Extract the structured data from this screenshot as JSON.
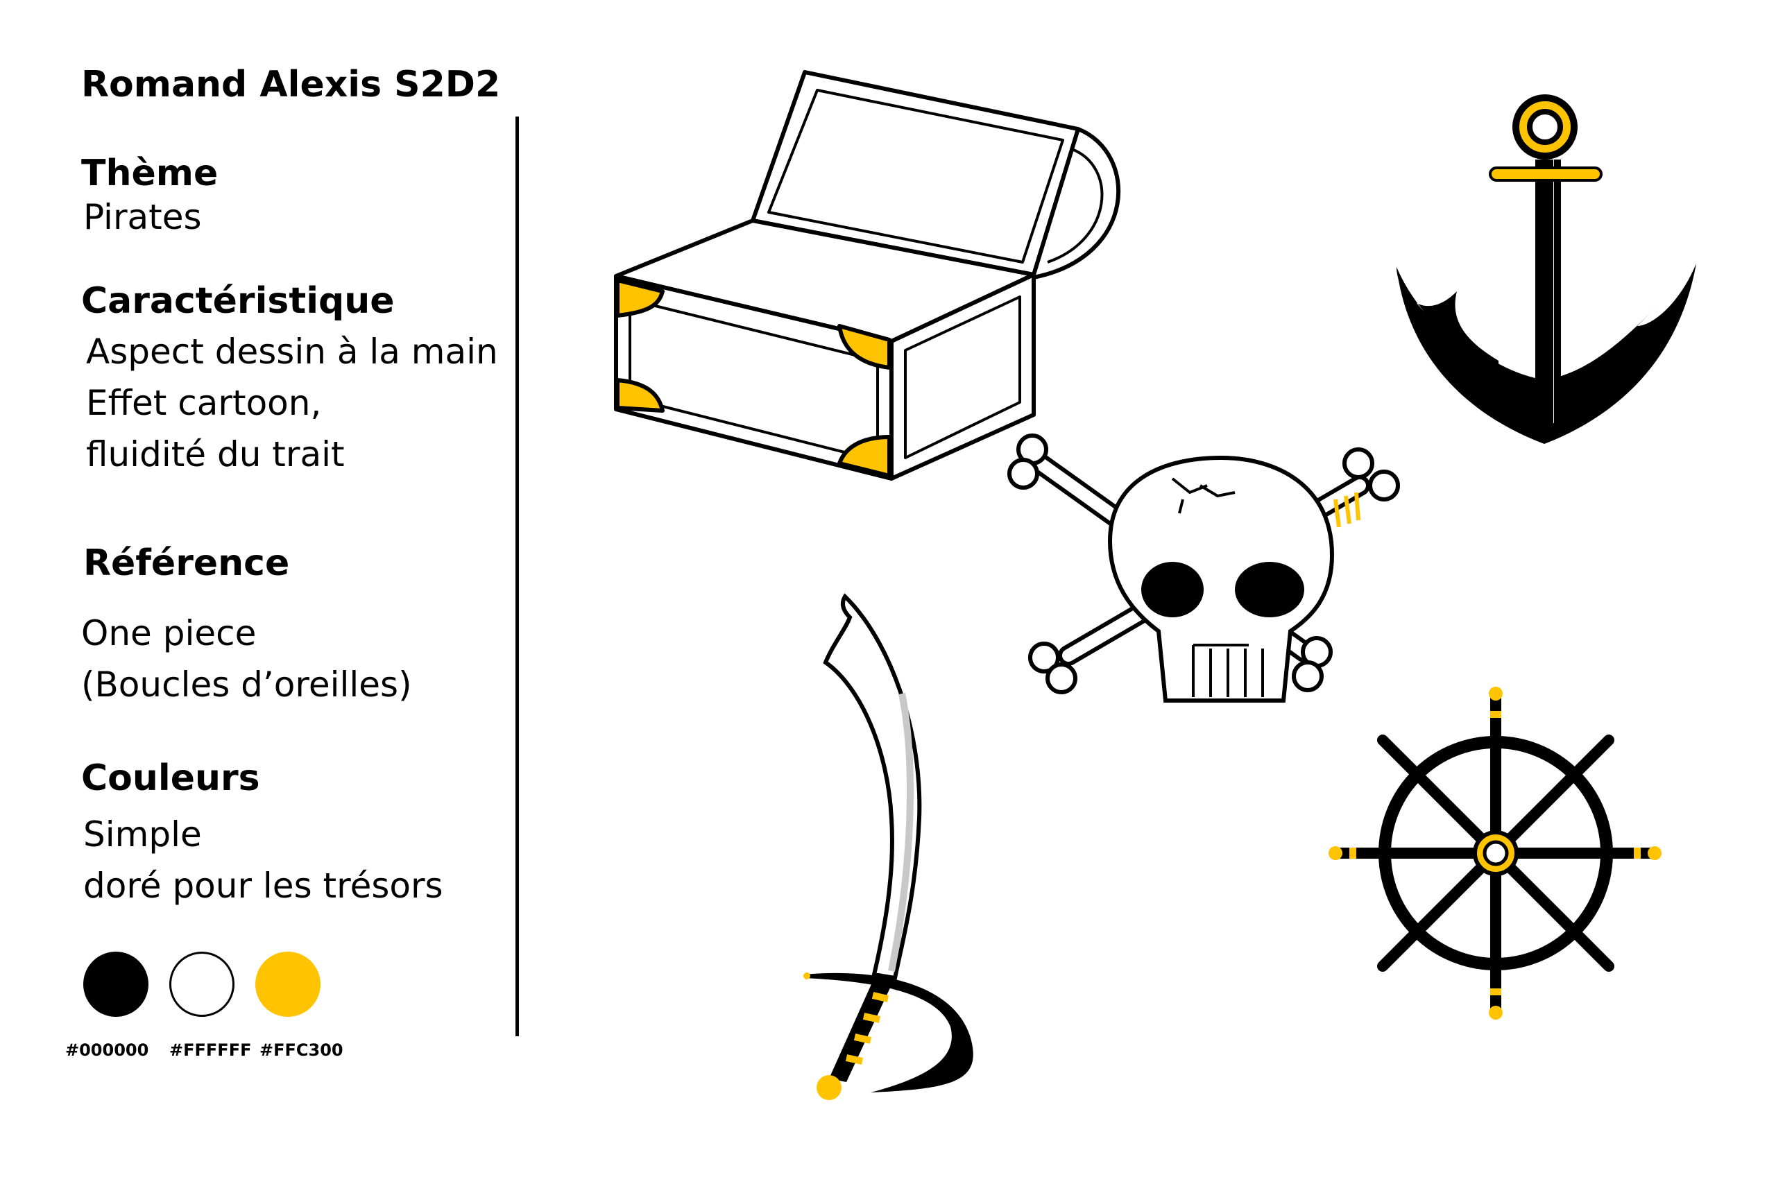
{
  "author": "Romand Alexis S2D2",
  "sections": {
    "theme": {
      "heading": "Thème",
      "lines": [
        "Pirates"
      ]
    },
    "characteristic": {
      "heading": "Caractéristique",
      "lines": [
        "Aspect dessin à la main",
        "Effet cartoon,",
        "fluidité du trait"
      ]
    },
    "reference": {
      "heading": "Référence",
      "lines": [
        "One piece",
        "(Boucles d’oreilles)"
      ]
    },
    "colors": {
      "heading": "Couleurs",
      "lines": [
        "Simple",
        "doré pour les trésors"
      ]
    }
  },
  "palette": [
    {
      "hex": "#000000",
      "color": "#000000"
    },
    {
      "hex": "#FFFFFF",
      "color": "#FFFFFF"
    },
    {
      "hex": "#FFC300",
      "color": "#FFC300"
    }
  ],
  "illustrations": [
    "treasure-chest-icon",
    "anchor-icon",
    "skull-crossbones-icon",
    "sabre-icon",
    "ship-wheel-icon"
  ]
}
